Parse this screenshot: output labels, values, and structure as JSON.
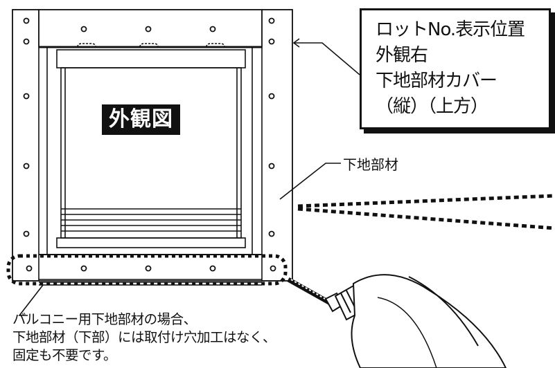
{
  "diagram": {
    "title_label": "外観図",
    "callout": {
      "lines": [
        "ロットNo.表示位置",
        "外観右",
        "下地部材カバー",
        "（縦）（上方）"
      ]
    },
    "member_label": "下地部材",
    "note": {
      "lines": [
        "バルコニー用下地部材の場合、",
        "下地部材（下部）には取付け穴加工はなく、",
        "固定も不要です。"
      ]
    }
  }
}
